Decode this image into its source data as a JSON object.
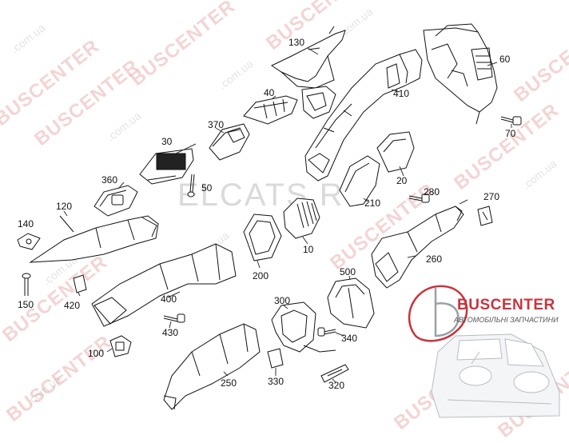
{
  "watermarks": {
    "site_red": "BUSCENTER",
    "site_gray": ".com.ua",
    "main": "ELCATS.RU"
  },
  "brand": {
    "name": "BUSCENTER",
    "tagline": "АВТОМОБІЛЬНІ ЗАПЧАСТИНИ"
  },
  "callouts": [
    "130",
    "60",
    "40",
    "410",
    "370",
    "70",
    "30",
    "20",
    "360",
    "50",
    "280",
    "270",
    "120",
    "210",
    "140",
    "10",
    "260",
    "200",
    "500",
    "150",
    "420",
    "400",
    "300",
    "430",
    "340",
    "100",
    "250",
    "330",
    "320"
  ]
}
